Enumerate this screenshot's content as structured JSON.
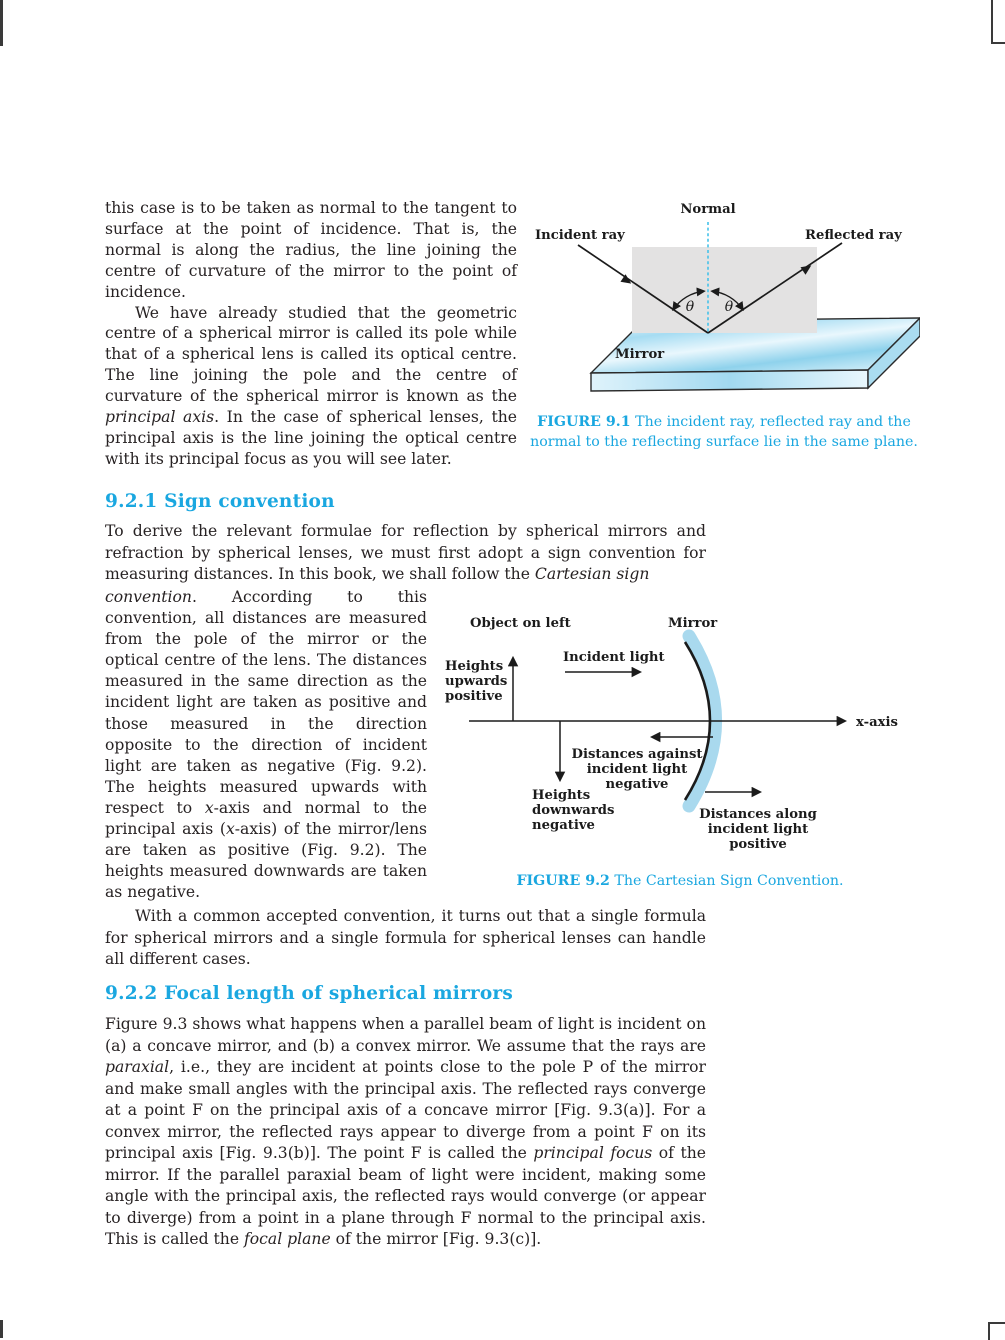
{
  "accent": "#1aa7e0",
  "content": {
    "para1": [
      {
        "t": "this case is to be taken as normal to the tangent to surface at the point of incidence. That is, the normal is along the radius, the line joining the centre of curvature of the mirror to the point of incidence."
      }
    ],
    "para2": [
      {
        "t": "We have already studied that the geometric centre of a spherical mirror is called its pole while that of a spherical lens is called its optical centre. The line joining the pole and the centre of curvature of the spherical mirror is known as the "
      },
      {
        "t": "principal axis",
        "i": true
      },
      {
        "t": ". In the case of spherical lenses, the principal axis is the line joining the optical centre with its principal focus as you will see later."
      }
    ],
    "heading_921": "9.2.1  Sign convention",
    "para3_wide": [
      {
        "t": "To derive the relevant formulae for reflection by spherical mirrors and refraction by spherical lenses, we must first adopt a sign convention for measuring distances. In this book, we shall follow the "
      },
      {
        "t": "Cartesian sign",
        "i": true
      }
    ],
    "para3_narrow": [
      {
        "t": "convention",
        "i": true
      },
      {
        "t": ". According to this convention, all distances are measured from the pole of the mirror or the optical centre of the lens. The distances measured in the same direction as the incident light are taken as positive and those measured in the direction opposite to the direction of incident light are taken as negative (Fig. 9.2). The heights measured upwards with respect to "
      },
      {
        "t": "x",
        "i": true
      },
      {
        "t": "-axis and normal to the principal axis ("
      },
      {
        "t": "x",
        "i": true
      },
      {
        "t": "-axis) of the mirror/lens are taken as positive (Fig. 9.2). The heights measured downwards are taken as negative."
      }
    ],
    "para4": [
      {
        "t": "With a common accepted convention, it turns out that a single formula for spherical mirrors and a single formula for spherical lenses can handle all different cases."
      }
    ],
    "heading_922": "9.2.2  Focal length of spherical mirrors",
    "para5": [
      {
        "t": "Figure 9.3 shows what happens when a parallel beam of light is incident on (a) a concave mirror, and (b) a convex mirror. We assume that the rays are "
      },
      {
        "t": "paraxial",
        "i": true
      },
      {
        "t": ", i.e., they are incident at points close to the pole P of the mirror and make small angles with the principal axis. The reflected rays converge at a point F on the principal axis of a concave mirror [Fig. 9.3(a)]. For a convex mirror, the reflected rays appear to diverge from a point F on its principal axis [Fig. 9.3(b)]. The point F is called the "
      },
      {
        "t": "principal focus",
        "i": true
      },
      {
        "t": " of the mirror. If the parallel paraxial beam of light were incident, making some angle with the principal axis, the reflected rays would converge (or appear to diverge) from a point in a plane through F normal to the principal axis. This is called the "
      },
      {
        "t": "focal plane",
        "i": true
      },
      {
        "t": " of the mirror [Fig. 9.3(c)]."
      }
    ]
  },
  "fig1": {
    "labels": {
      "normal": "Normal",
      "incident_ray": "Incident ray",
      "reflected_ray": "Reflected ray",
      "theta_left": "θ",
      "theta_right": "θ",
      "mirror": "Mirror"
    },
    "caption": [
      {
        "t": "FIGURE 9.1",
        "b": true
      },
      {
        "t": " The incident ray, reflected ray and the normal to the reflecting surface lie in the same plane."
      }
    ]
  },
  "fig2": {
    "labels": {
      "object_on_left": "Object on left",
      "mirror": "Mirror",
      "incident_light": "Incident light",
      "x_axis": "x-axis",
      "heights_up": [
        "Heights",
        "upwards",
        "positive"
      ],
      "heights_down": [
        "Heights",
        "downwards",
        "negative"
      ],
      "dist_against": [
        "Distances against",
        "incident light",
        "negative"
      ],
      "dist_along": [
        "Distances along",
        "incident light",
        "positive"
      ]
    },
    "caption": [
      {
        "t": "FIGURE 9.2",
        "b": true
      },
      {
        "t": "  The Cartesian Sign Convention."
      }
    ]
  },
  "colors": {
    "heading_and_caption": "#1aa7e0",
    "normal_dash": "#45c2ea",
    "mirror_blue_band": "#a9d9ee",
    "plane_gray": "#e3e2e2",
    "ink": "#1b1b1b"
  }
}
